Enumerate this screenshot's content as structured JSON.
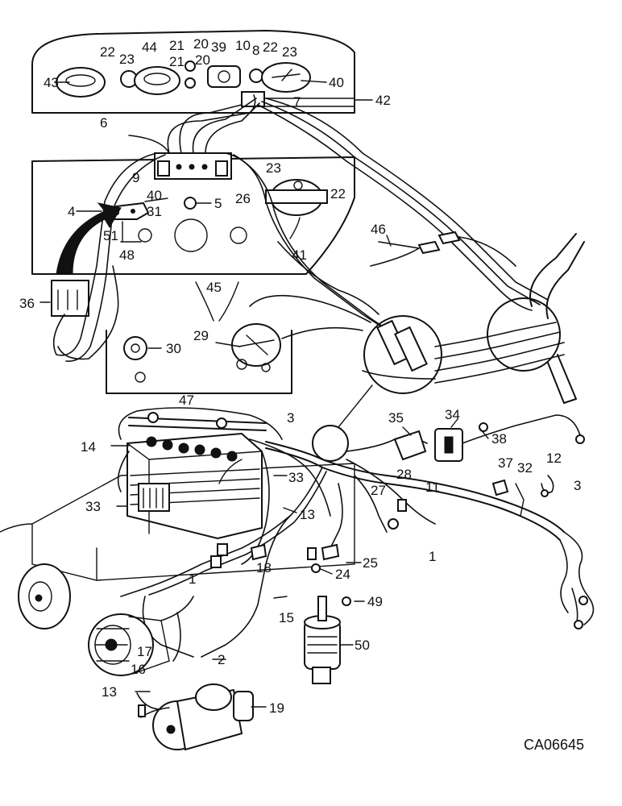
{
  "diagram_code": "CA06645",
  "callouts": [
    {
      "id": "c43",
      "text": "43"
    },
    {
      "id": "c22a",
      "text": "22"
    },
    {
      "id": "c23a",
      "text": "23"
    },
    {
      "id": "c44",
      "text": "44"
    },
    {
      "id": "c21a",
      "text": "21"
    },
    {
      "id": "c21b",
      "text": "21"
    },
    {
      "id": "c20a",
      "text": "20"
    },
    {
      "id": "c20b",
      "text": "20"
    },
    {
      "id": "c39",
      "text": "39"
    },
    {
      "id": "c10",
      "text": "10"
    },
    {
      "id": "c8",
      "text": "8"
    },
    {
      "id": "c22b",
      "text": "22"
    },
    {
      "id": "c23b",
      "text": "23"
    },
    {
      "id": "c40a",
      "text": "40"
    },
    {
      "id": "c7",
      "text": "7"
    },
    {
      "id": "c42",
      "text": "42"
    },
    {
      "id": "c6",
      "text": "6"
    },
    {
      "id": "c23c",
      "text": "23"
    },
    {
      "id": "c22c",
      "text": "22"
    },
    {
      "id": "c9",
      "text": "9"
    },
    {
      "id": "c40b",
      "text": "40"
    },
    {
      "id": "c26",
      "text": "26"
    },
    {
      "id": "c4",
      "text": "4"
    },
    {
      "id": "c31",
      "text": "31"
    },
    {
      "id": "c5",
      "text": "5"
    },
    {
      "id": "c51",
      "text": "51"
    },
    {
      "id": "c48",
      "text": "48"
    },
    {
      "id": "c41",
      "text": "41"
    },
    {
      "id": "c46",
      "text": "46"
    },
    {
      "id": "c36",
      "text": "36"
    },
    {
      "id": "c45",
      "text": "45"
    },
    {
      "id": "c29",
      "text": "29"
    },
    {
      "id": "c30",
      "text": "30"
    },
    {
      "id": "c47",
      "text": "47"
    },
    {
      "id": "c3a",
      "text": "3"
    },
    {
      "id": "c35",
      "text": "35"
    },
    {
      "id": "c34",
      "text": "34"
    },
    {
      "id": "c38",
      "text": "38"
    },
    {
      "id": "c14",
      "text": "14"
    },
    {
      "id": "c37",
      "text": "37"
    },
    {
      "id": "c32",
      "text": "32"
    },
    {
      "id": "c12",
      "text": "12"
    },
    {
      "id": "c28",
      "text": "28"
    },
    {
      "id": "c11",
      "text": "11"
    },
    {
      "id": "c3b",
      "text": "3"
    },
    {
      "id": "c33a",
      "text": "33"
    },
    {
      "id": "c33b",
      "text": "33"
    },
    {
      "id": "c27",
      "text": "27"
    },
    {
      "id": "c13a",
      "text": "13"
    },
    {
      "id": "c1a",
      "text": "1"
    },
    {
      "id": "c25",
      "text": "25"
    },
    {
      "id": "c18",
      "text": "18"
    },
    {
      "id": "c24",
      "text": "24"
    },
    {
      "id": "c1b",
      "text": "1"
    },
    {
      "id": "c49",
      "text": "49"
    },
    {
      "id": "c15",
      "text": "15"
    },
    {
      "id": "c50",
      "text": "50"
    },
    {
      "id": "c17",
      "text": "17"
    },
    {
      "id": "c2",
      "text": "2"
    },
    {
      "id": "c16",
      "text": "16"
    },
    {
      "id": "c13b",
      "text": "13"
    },
    {
      "id": "c19",
      "text": "19"
    }
  ]
}
